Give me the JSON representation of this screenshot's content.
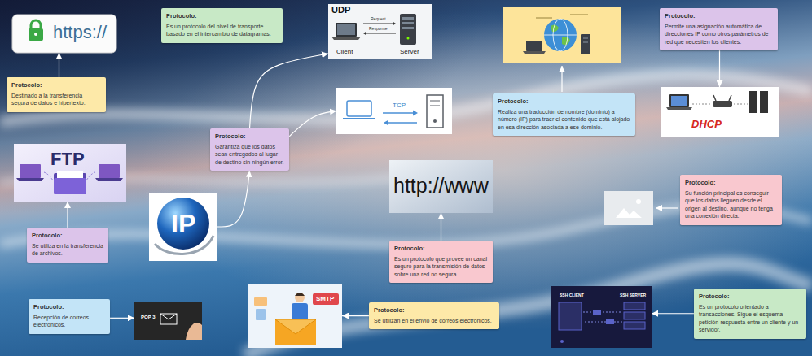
{
  "diagram": {
    "nodes": [
      {
        "text": [
          "https://"
        ]
      },
      {
        "text": [
          "Protocolo:",
          "Destinado a la transferencia segura de datos e hipertexto."
        ]
      },
      {
        "text": [
          "Protocolo:",
          "Es un protocolo del nivel de transporte basado en el intercambio de datagramas."
        ]
      },
      {
        "text": [
          "UDP",
          "Client",
          "Server",
          "Request",
          "Response"
        ]
      },
      {
        "text": [
          "Protocolo:",
          "Permite una asignación automática de direcciones IP como otros parámetros de red que necesiten los clientes."
        ]
      },
      {
        "text": [
          "DHCP"
        ]
      },
      {
        "text": [
          "TCP"
        ]
      },
      {
        "text": [
          "Protocolo:",
          "Realiza una traducción de nombre (dominio) a número (IP) para traer el contenido que está alojado en esa dirección asociada a ese dominio."
        ]
      },
      {
        "text": [
          "FTP"
        ]
      },
      {
        "text": [
          "Protocolo:",
          "Garantiza que los datos sean entregados al lugar de destino sin ningún error."
        ]
      },
      {
        "text": [
          "IP"
        ]
      },
      {
        "text": [
          "http://www"
        ]
      },
      {
        "text": [
          "Protocolo:",
          "Es un protocolo que provee un canal seguro para la transmisión de datos sobre una red no segura."
        ]
      },
      {
        "text": [
          "Protocolo:",
          "Su función principal es conseguir que los datos lleguen desde el origen al destino, aunque no tenga una conexión directa."
        ]
      },
      {
        "text": [
          "Protocolo:",
          "Se utiliza en la transferencia de archivos."
        ]
      },
      {
        "text": [
          "SMTP"
        ]
      },
      {
        "text": [
          "Protocolo:",
          "Se utilizan en el envío de correos electrónicos."
        ]
      },
      {
        "text": [
          "Protocolo:",
          "Recepción de correos electrónicos."
        ]
      },
      {
        "text": [
          "POP 3"
        ]
      },
      {
        "text": [
          "SSH CLIENT",
          "SSH SERVER"
        ]
      },
      {
        "text": [
          "Protocolo:",
          "Es un protocolo orientado a transacciones. Sigue el esquema petición-respuesta entre un cliente y un servidor."
        ]
      }
    ],
    "edges": [
      {
        "from": 1,
        "to": 0,
        "arrow": "to"
      },
      {
        "from": 4,
        "to": 5,
        "arrow": "to"
      },
      {
        "from": 9,
        "to": 6,
        "arrow": "to"
      },
      {
        "from": 9,
        "to": 3,
        "arrow": "to"
      },
      {
        "from": 10,
        "to": 9,
        "arrow": "to"
      },
      {
        "from": 12,
        "to": 11,
        "arrow": "to"
      },
      {
        "from": 14,
        "to": 8,
        "arrow": "to"
      },
      {
        "from": 16,
        "to": 15,
        "arrow": "to"
      },
      {
        "from": 17,
        "to": 18,
        "arrow": "to"
      },
      {
        "from": 20,
        "to": 19,
        "arrow": "to"
      }
    ]
  }
}
